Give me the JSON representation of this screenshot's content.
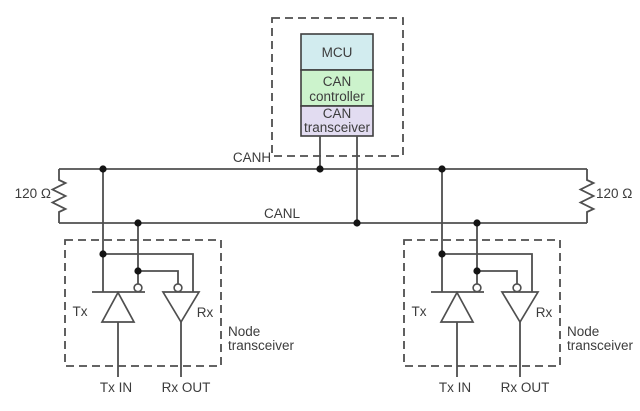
{
  "colors": {
    "mcu_fill": "#d2ecef",
    "controller_fill": "#ccf3cc",
    "transceiver_fill": "#e2dcf1",
    "line": "#4f4f4f",
    "text": "#3c3c3c"
  },
  "mcu_node": {
    "mcu": "MCU",
    "controller_line1": "CAN",
    "controller_line2": "controller",
    "transceiver_line1": "CAN",
    "transceiver_line2": "transceiver"
  },
  "bus": {
    "canh": "CANH",
    "canl": "CANL"
  },
  "terminators": {
    "left": "120 Ω",
    "right": "120 Ω"
  },
  "nodes": [
    {
      "tx": "Tx",
      "rx": "Rx",
      "tx_in": "Tx IN",
      "rx_out": "Rx OUT",
      "name_line1": "Node",
      "name_line2": "transceiver"
    },
    {
      "tx": "Tx",
      "rx": "Rx",
      "tx_in": "Tx IN",
      "rx_out": "Rx OUT",
      "name_line1": "Node",
      "name_line2": "transceiver"
    }
  ]
}
